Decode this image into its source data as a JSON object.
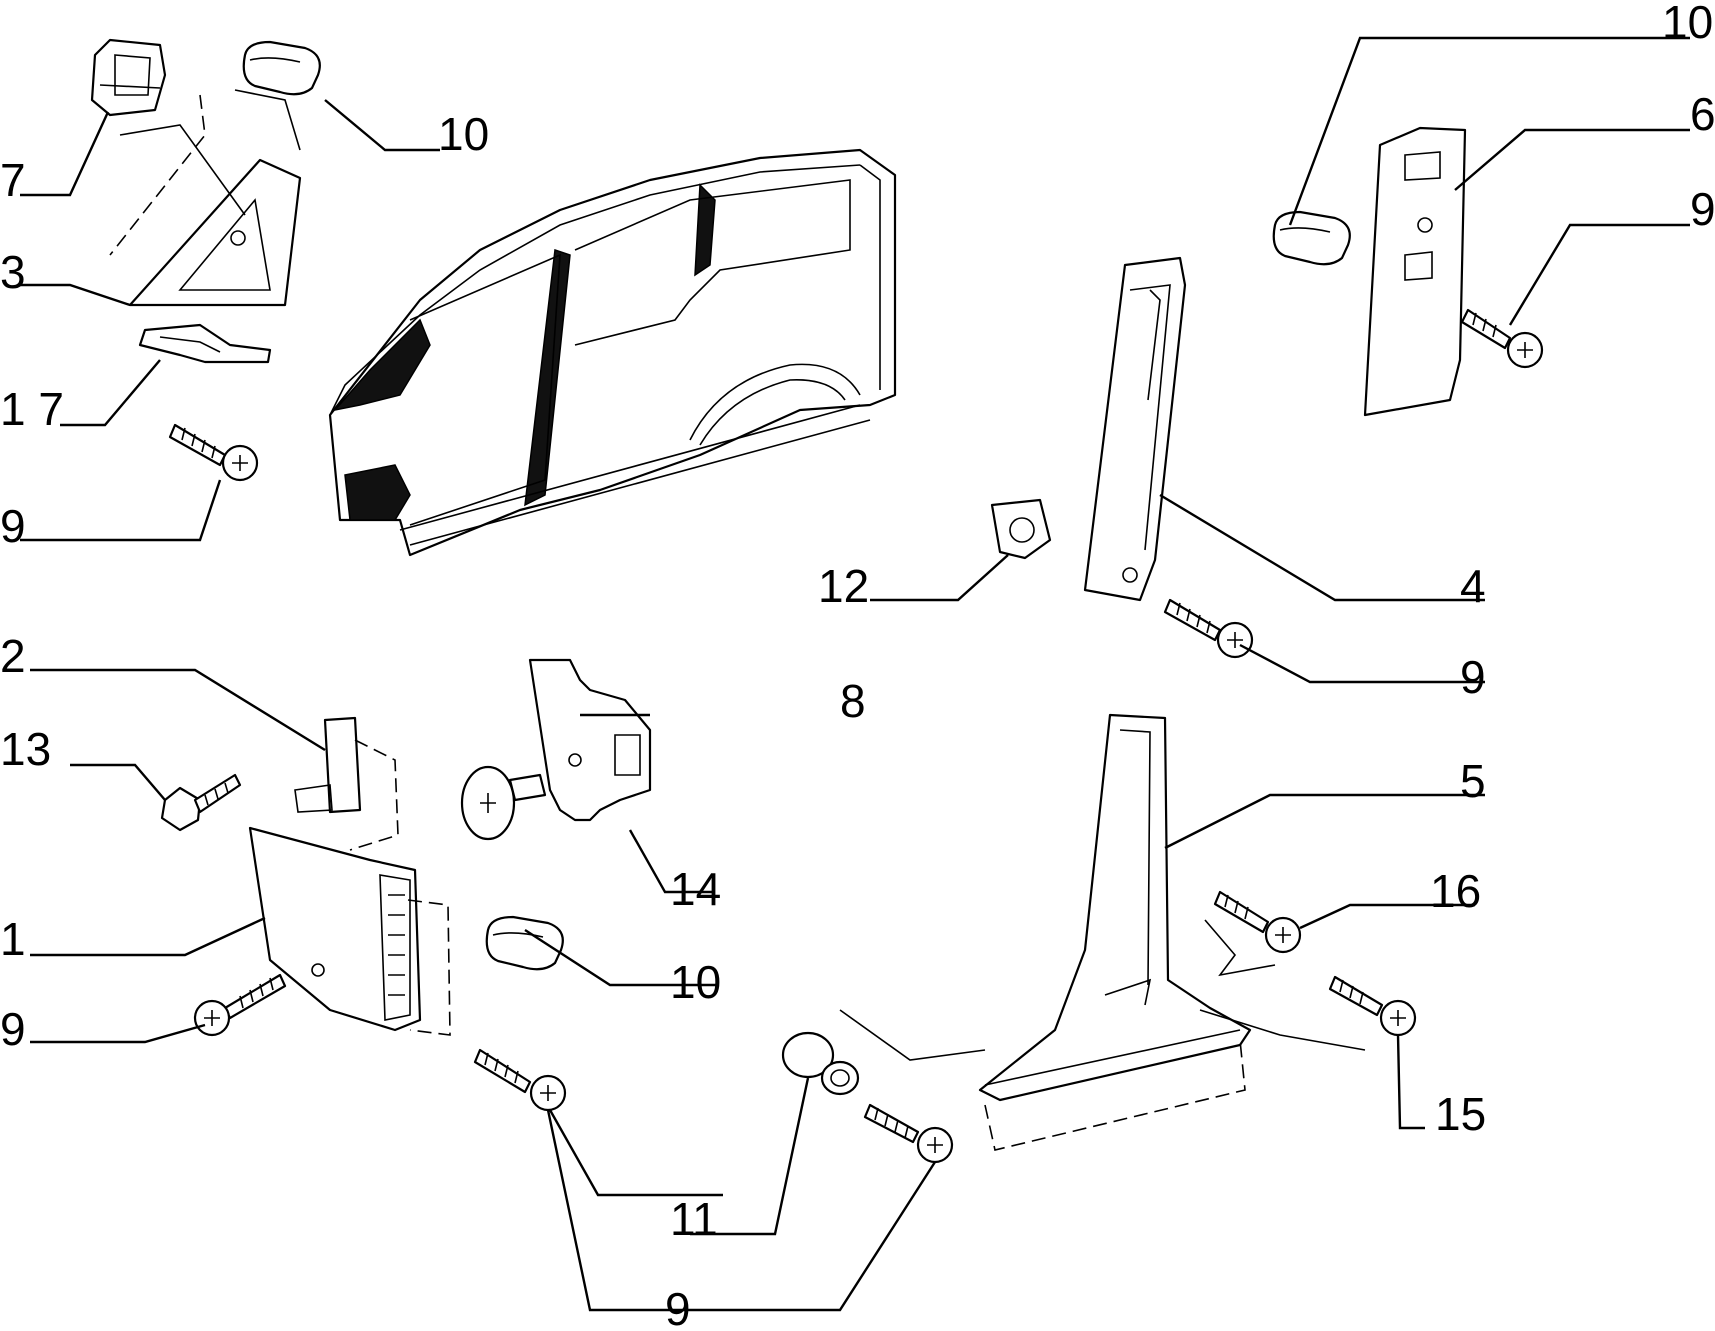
{
  "callouts": {
    "c1": "1",
    "c2": "2",
    "c3": "3",
    "c4": "4",
    "c5": "5",
    "c6": "6",
    "c7": "7",
    "c8": "8",
    "c9_a": "9",
    "c9_b": "9",
    "c9_c": "9",
    "c9_d": "9",
    "c9_e": "9",
    "c10_a": "10",
    "c10_b": "10",
    "c10_c": "10",
    "c11": "11",
    "c12": "12",
    "c13": "13",
    "c14": "14",
    "c15": "15",
    "c16": "16",
    "c17": "1 7"
  },
  "colors": {
    "ink": "#000000",
    "paper": "#ffffff"
  }
}
